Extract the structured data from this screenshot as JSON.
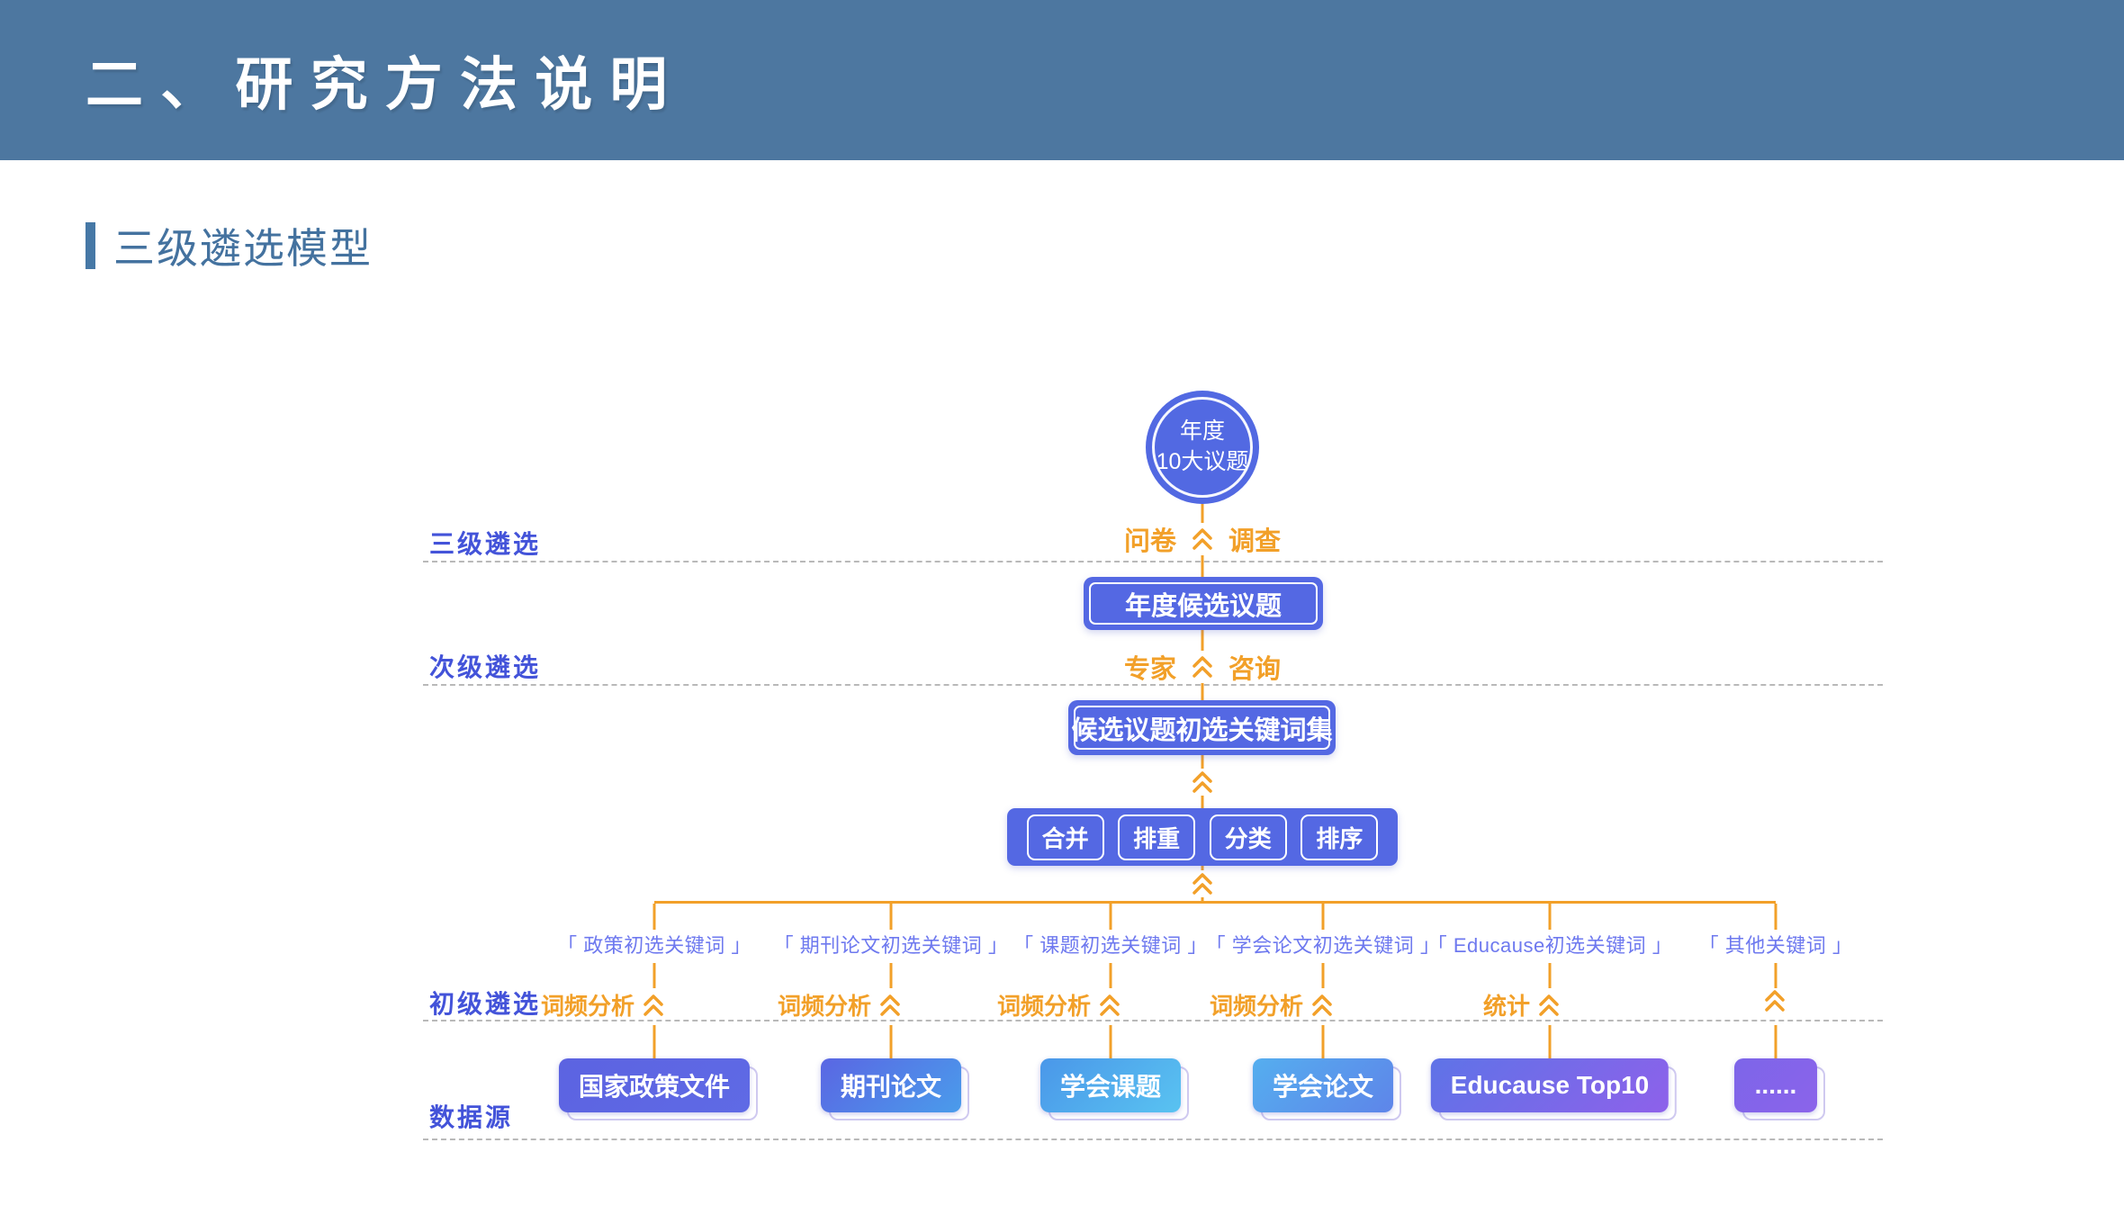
{
  "slide": {
    "header_title": "二、研究方法说明",
    "section_title": "三级遴选模型"
  },
  "diagram": {
    "root_circle": {
      "line1": "年度",
      "line2": "10大议题"
    },
    "stage_labels": {
      "level3": "三级遴选",
      "level2": "次级遴选",
      "level1": "初级遴选",
      "source": "数据源"
    },
    "arrows": {
      "survey_left": "问卷",
      "survey_right": "调查",
      "expert_left": "专家",
      "expert_right": "咨询"
    },
    "candidate_box": "年度候选议题",
    "keyword_set_box": "候选议题初选关键词集",
    "process_steps": [
      "合并",
      "排重",
      "分类",
      "排序"
    ],
    "columns": [
      {
        "keyword": "「 政策初选关键词 」",
        "analysis": "词频分析",
        "source": "国家政策文件",
        "color_from": "#5c63e1",
        "color_to": "#5f6ae5"
      },
      {
        "keyword": "「 期刊论文初选关键词 」",
        "analysis": "词频分析",
        "source": "期刊论文",
        "color_from": "#5a66e3",
        "color_to": "#4a9ceb"
      },
      {
        "keyword": "「 课题初选关键词 」",
        "analysis": "词频分析",
        "source": "学会课题",
        "color_from": "#4a97e9",
        "color_to": "#59c3f1"
      },
      {
        "keyword": "「 学会论文初选关键词 」",
        "analysis": "词频分析",
        "source": "学会论文",
        "color_from": "#55aeef",
        "color_to": "#5e85e9"
      },
      {
        "keyword": "「 Educause初选关键词 」",
        "analysis": "统计",
        "source": "Educause Top10",
        "color_from": "#5e73e7",
        "color_to": "#8e61ea"
      },
      {
        "keyword": "「 其他关键词 」",
        "analysis": "",
        "source": "......",
        "color_from": "#7d65e9",
        "color_to": "#8b64ea"
      }
    ],
    "colors": {
      "header_bg": "#4d77a0",
      "section_blue": "#44729f",
      "node_blue": "#5468e3",
      "stage_label_blue": "#4353d9",
      "keyword_blue": "#6e79ef",
      "accent_orange": "#f2a029"
    }
  }
}
